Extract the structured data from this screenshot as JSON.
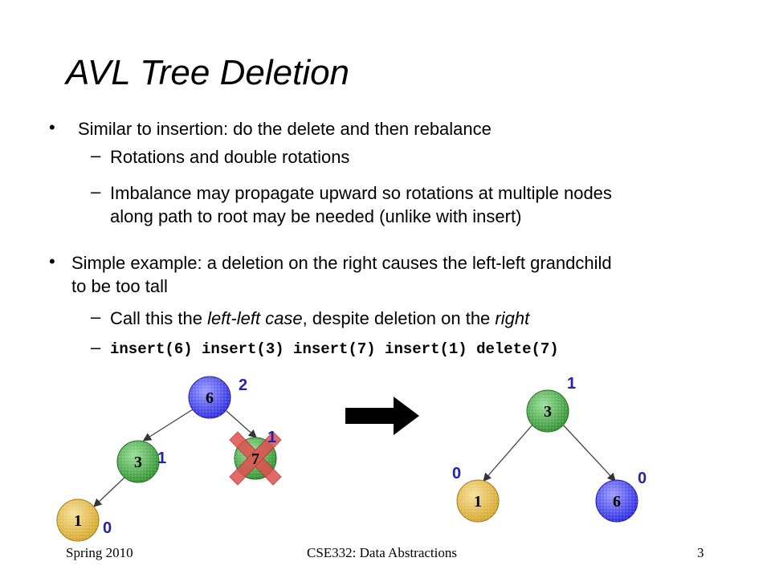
{
  "slide": {
    "title": "AVL Tree Deletion",
    "bullet1": {
      "text": "Similar to insertion: do the delete and then rebalance",
      "sub1": "Rotations and double rotations",
      "sub2_line1": "Imbalance may propagate upward so rotations at multiple nodes",
      "sub2_line2": "along path to root may be needed (unlike with insert)"
    },
    "bullet2": {
      "line1": "Simple example: a deletion on the right causes the left-left grandchild",
      "line2": "to be too tall",
      "sub1_pre": "Call this the ",
      "sub1_em1": "left-left case",
      "sub1_mid": ", despite deletion on the ",
      "sub1_em2": "right",
      "sub2_code": "insert(6) insert(3) insert(7) insert(1) delete(7)"
    },
    "bullet_glyph": "•",
    "dash_glyph": "–"
  },
  "before_tree": {
    "nodes": [
      {
        "key": "6",
        "height": "2"
      },
      {
        "key": "3",
        "height": "1"
      },
      {
        "key": "7",
        "height": "1"
      },
      {
        "key": "1",
        "height": "0"
      }
    ]
  },
  "after_tree": {
    "nodes": [
      {
        "key": "3",
        "height": "1"
      },
      {
        "key": "1",
        "height": "0"
      },
      {
        "key": "6",
        "height": "0"
      }
    ]
  },
  "footer": {
    "left": "Spring 2010",
    "center": "CSE332: Data Abstractions",
    "right": "3"
  },
  "colors": {
    "blue_node": "#3a3af0",
    "green_node": "#3da23d",
    "gold_node": "#e0b83a",
    "height_label": "#2222aa",
    "delete_x": "#e05050"
  },
  "icons": {
    "arrow": "right-arrow-icon",
    "delete_mark": "delete-x-icon"
  }
}
